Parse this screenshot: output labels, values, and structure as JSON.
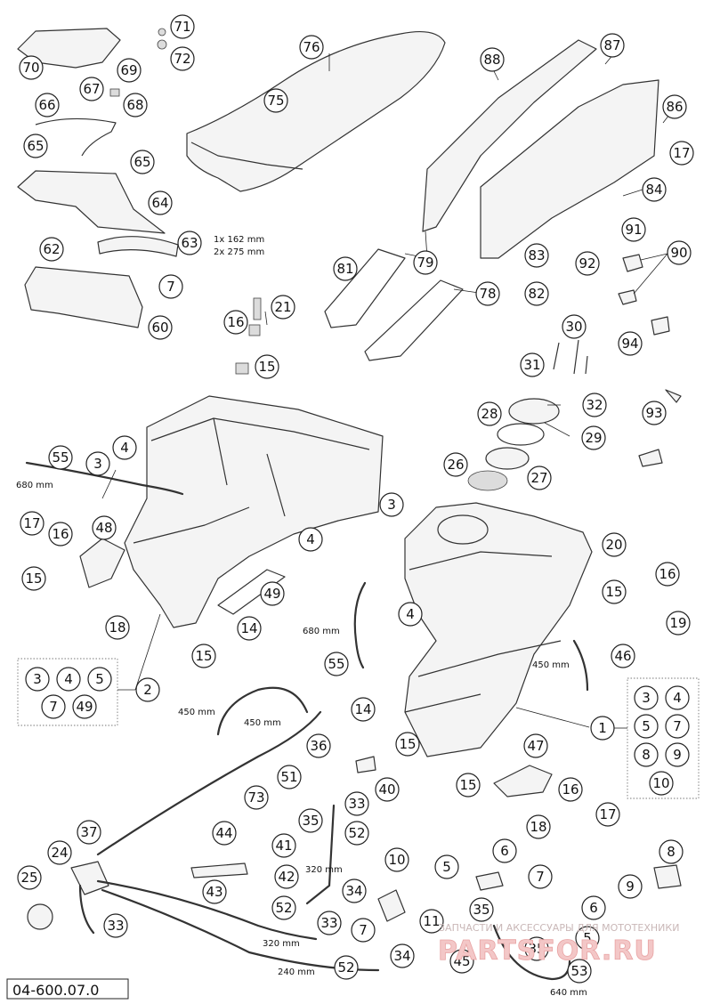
{
  "document": {
    "number": "04-600.07.0"
  },
  "watermark": {
    "top": "ЗАПЧАСТИ И АКСЕССУАРЫ ДЛЯ МОТОТЕХНИКИ",
    "brand": "PARTSFOR.RU"
  },
  "dimensions": {
    "d_1x162": "1x 162 mm",
    "d_2x275": "2x 275 mm",
    "d_680a": "680 mm",
    "d_680b": "680 mm",
    "d_450a": "450 mm",
    "d_450b": "450 mm",
    "d_450c": "450 mm",
    "d_320a": "320 mm",
    "d_320b": "320 mm",
    "d_240": "240 mm",
    "d_640": "640 mm"
  },
  "callouts": [
    "71",
    "72",
    "70",
    "76",
    "75",
    "69",
    "67",
    "68",
    "66",
    "88",
    "87",
    "86",
    "17",
    "65",
    "65",
    "64",
    "84",
    "63",
    "62",
    "7",
    "60",
    "81",
    "79",
    "78",
    "83",
    "82",
    "91",
    "92",
    "90",
    "94",
    "16",
    "21",
    "15",
    "30",
    "31",
    "32",
    "93",
    "28",
    "29",
    "55",
    "4",
    "3",
    "26",
    "27",
    "17",
    "16",
    "48",
    "15",
    "3",
    "20",
    "16",
    "15",
    "19",
    "4",
    "4",
    "49",
    "18",
    "2",
    "14",
    "15",
    "680mm",
    "55",
    "46",
    "1",
    "14",
    "15",
    "36",
    "51",
    "40",
    "47",
    "73",
    "35",
    "33",
    "15",
    "16",
    "17",
    "18",
    "44",
    "41",
    "52",
    "37",
    "24",
    "25",
    "43",
    "42",
    "34",
    "10",
    "6",
    "5",
    "7",
    "52",
    "33",
    "11",
    "6",
    "8",
    "9",
    "35",
    "7",
    "5",
    "34",
    "45",
    "35",
    "53",
    "52",
    "33"
  ],
  "group_box_2": {
    "items": [
      "3",
      "4",
      "5",
      "7",
      "49"
    ],
    "ref": "2"
  },
  "group_box_1": {
    "items": [
      "3",
      "4",
      "5",
      "7",
      "8",
      "9",
      "10"
    ],
    "ref": "1"
  }
}
